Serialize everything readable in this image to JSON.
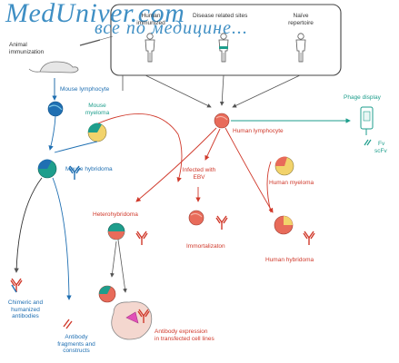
{
  "watermark": {
    "line1": "MedUniver.com",
    "line2": "все по медицине..."
  },
  "sources": {
    "humanized": "Human\nimmunized",
    "disease": "Disease related sites",
    "naive": "Naïve\nrepertoire"
  },
  "labels": {
    "animal_immunization": "Animal\nimmunization",
    "mouse_lymphocyte": "Mouse lymphocyte",
    "mouse_myeloma": "Mouse\nmyeloma",
    "mouse_hybridoma": "Mouse hybridoma",
    "chimeric": "Chimeric and\nhumanized\nantibodies",
    "fragments": "Antibody\nfragments and\nconstructs",
    "heterohybridoma": "Heterohybridoma",
    "expression": "Antibody expression\nin transfected cell lines",
    "human_lymphocyte": "Human lymphocyte",
    "ebv": "Infected with\nEBV",
    "immortalization": "Immortalizaton",
    "human_myeloma": "Human myeloma",
    "human_hybridoma": "Human hybridoma",
    "phage_display": "Phage display",
    "phage_fv": "Fv",
    "phage_scfv": "scFv"
  },
  "colors": {
    "blue": "#1f6fb2",
    "red": "#d0392b",
    "teal": "#1e9e8c",
    "myeloma_yellow": "#f2d36b",
    "expression_pink": "#f4d7cf"
  }
}
